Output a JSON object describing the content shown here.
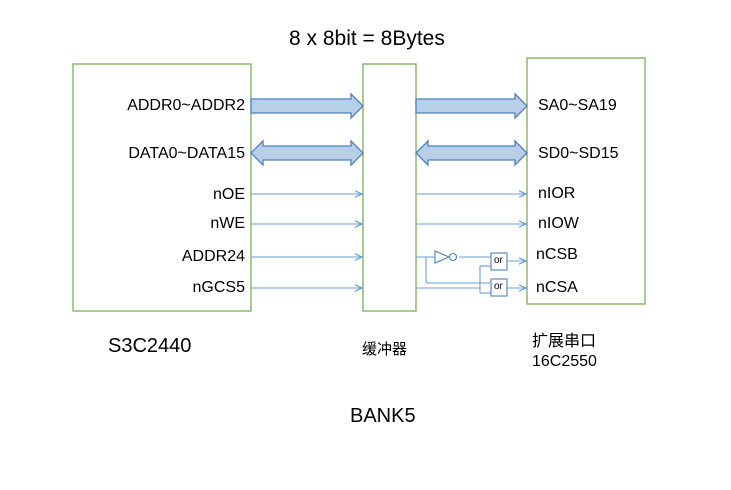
{
  "title": "8 x 8bit = 8Bytes",
  "cpu": {
    "name": "S3C2440",
    "signals": [
      "ADDR0~ADDR2",
      "DATA0~DATA15",
      "nOE",
      "nWE",
      "ADDR24",
      "nGCS5"
    ]
  },
  "buffer": {
    "name": "缓冲器"
  },
  "uart": {
    "name_line1": "扩展串口",
    "name_line2": "16C2550",
    "signals": [
      "SA0~SA19",
      "SD0~SD15",
      "nIOR",
      "nIOW",
      "nCSB",
      "nCSA"
    ]
  },
  "gates": {
    "or_label": "or"
  },
  "bank": "BANK5",
  "colors": {
    "block_border": "#77b058",
    "arrow_fill": "#b8cfe8",
    "arrow_stroke": "#4f81bd",
    "line": "#6a9fd8",
    "gate": "#4f81bd"
  },
  "icons": [
    "double-arrow",
    "or-gate-icon",
    "inverter-icon"
  ]
}
